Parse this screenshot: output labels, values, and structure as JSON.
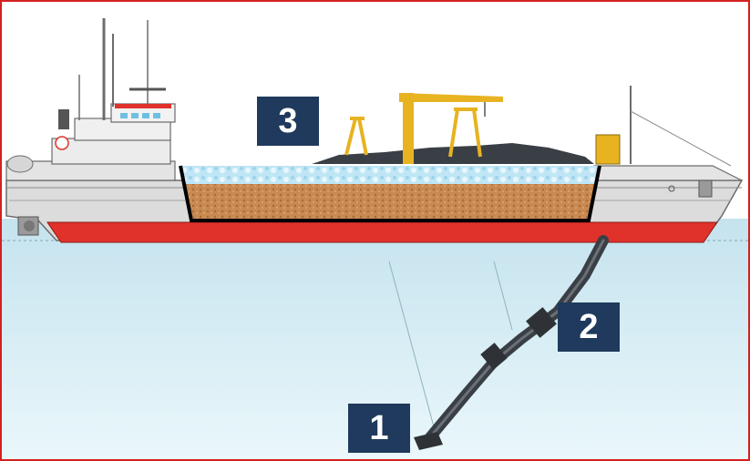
{
  "labels": {
    "hopper": "3",
    "suction_pipe": "2",
    "drag_head": "1"
  },
  "colors": {
    "sky": "#ffffff",
    "water_top": "#c5e3ee",
    "water_bottom": "#e9f6fa",
    "hull": "#dcdcdc",
    "hull_bottom": "#e0322a",
    "cargo": "#c98a52",
    "hopper_water": "#bfe6f5",
    "badge": "#1f3a5c",
    "crane": "#e7b321",
    "pipe": "#3a3f45",
    "frame": "#d42020"
  },
  "icons": {
    "badge_shape": "square-number-badge"
  }
}
